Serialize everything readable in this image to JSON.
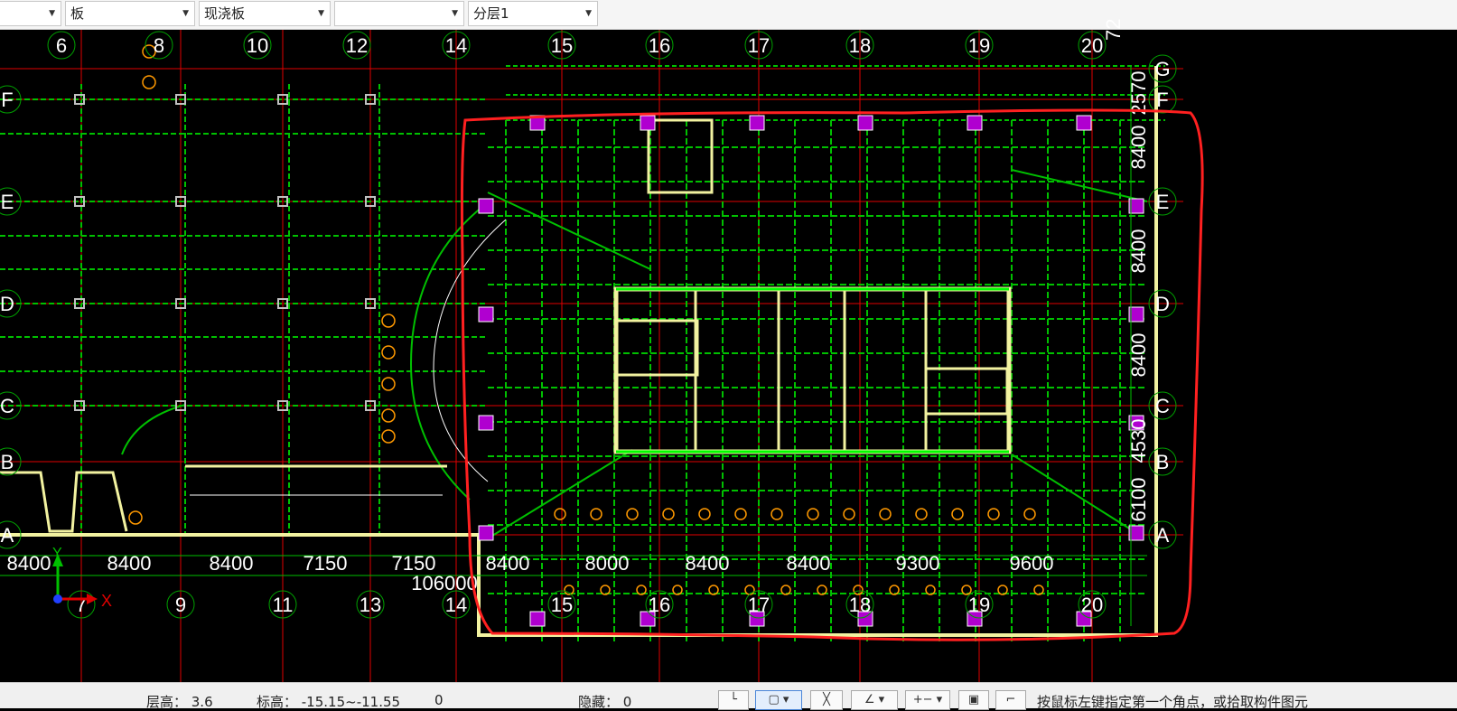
{
  "toolbar": {
    "combo0_value": "",
    "combo1_value": "板",
    "combo2_value": "现浇板",
    "combo3_value": "",
    "combo4_value": "分层1"
  },
  "drawing": {
    "top_axis_labels": [
      "6",
      "8",
      "10",
      "12",
      "14",
      "15",
      "16",
      "17",
      "18",
      "19",
      "20"
    ],
    "top_right_label": "72",
    "bottom_axis_labels": [
      "7",
      "9",
      "11",
      "13",
      "14",
      "15",
      "16",
      "17",
      "18",
      "19",
      "20"
    ],
    "left_row_labels": [
      "F",
      "E",
      "D",
      "C",
      "B",
      "A"
    ],
    "right_row_labels": [
      "G",
      "F",
      "E",
      "D",
      "C",
      "B",
      "A"
    ],
    "bottom_dimensions": [
      "8400",
      "8400",
      "8400",
      "7150",
      "7150",
      "8400",
      "8000",
      "8400",
      "8400",
      "9300",
      "9600"
    ],
    "total_dimension": "106000",
    "right_dimensions": [
      "2570",
      "8400",
      "8400",
      "8400",
      "4530",
      "6100"
    ],
    "ucs_x": "X",
    "ucs_y": "Y",
    "colors": {
      "background": "#000000",
      "grid_green": "#00c000",
      "axis_red": "#e00000",
      "slab_yellow": "#f2f2a0",
      "column_purple": "#b000d0",
      "highlight_red": "#ff2020"
    }
  },
  "status": {
    "floor_height": "层高： 3.6",
    "elevation": "标高： -15.15~-11.55",
    "elevation_extra": "0",
    "hidden": "隐藏： 0",
    "prompt": "按鼠标左键指定第一个角点，或拾取构件图元"
  },
  "tool_buttons": [
    "point-select-icon",
    "rect-select-icon",
    "cross-select-icon",
    "line-draw-icon",
    "add-icon",
    "layer-icon",
    "polyline-icon"
  ]
}
